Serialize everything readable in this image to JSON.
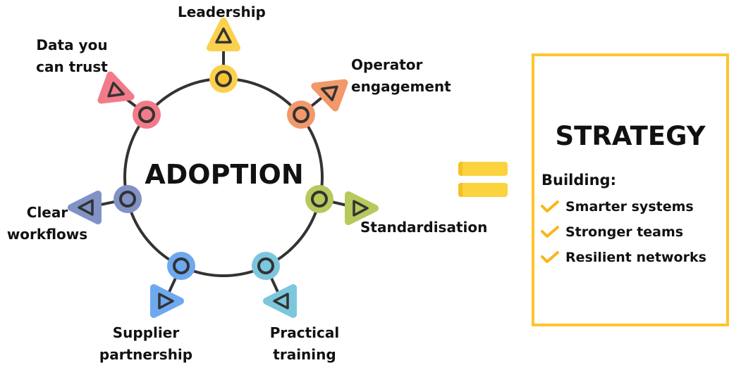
{
  "center_label": "ADOPTION",
  "nodes": [
    {
      "label_lines": [
        "Leadership"
      ],
      "color": "#FBD04E"
    },
    {
      "label_lines": [
        "Operator",
        "engagement"
      ],
      "color": "#F2986A"
    },
    {
      "label_lines": [
        "Standardisation"
      ],
      "color": "#B6C95C"
    },
    {
      "label_lines": [
        "Practical",
        "training"
      ],
      "color": "#7CC7DE"
    },
    {
      "label_lines": [
        "Supplier",
        "partnership"
      ],
      "color": "#6EA9EF"
    },
    {
      "label_lines": [
        "Clear",
        "workflows"
      ],
      "color": "#8193C6"
    },
    {
      "label_lines": [
        "Data you",
        "can trust"
      ],
      "color": "#F27B8A"
    }
  ],
  "equals_color": "#FAD33E",
  "strategy": {
    "title": "STRATEGY",
    "subtitle": "Building:",
    "items": [
      "Smarter systems",
      "Stronger teams",
      "Resilient networks"
    ],
    "border_color": "#FCC52E",
    "check_color": "#F9B617"
  }
}
